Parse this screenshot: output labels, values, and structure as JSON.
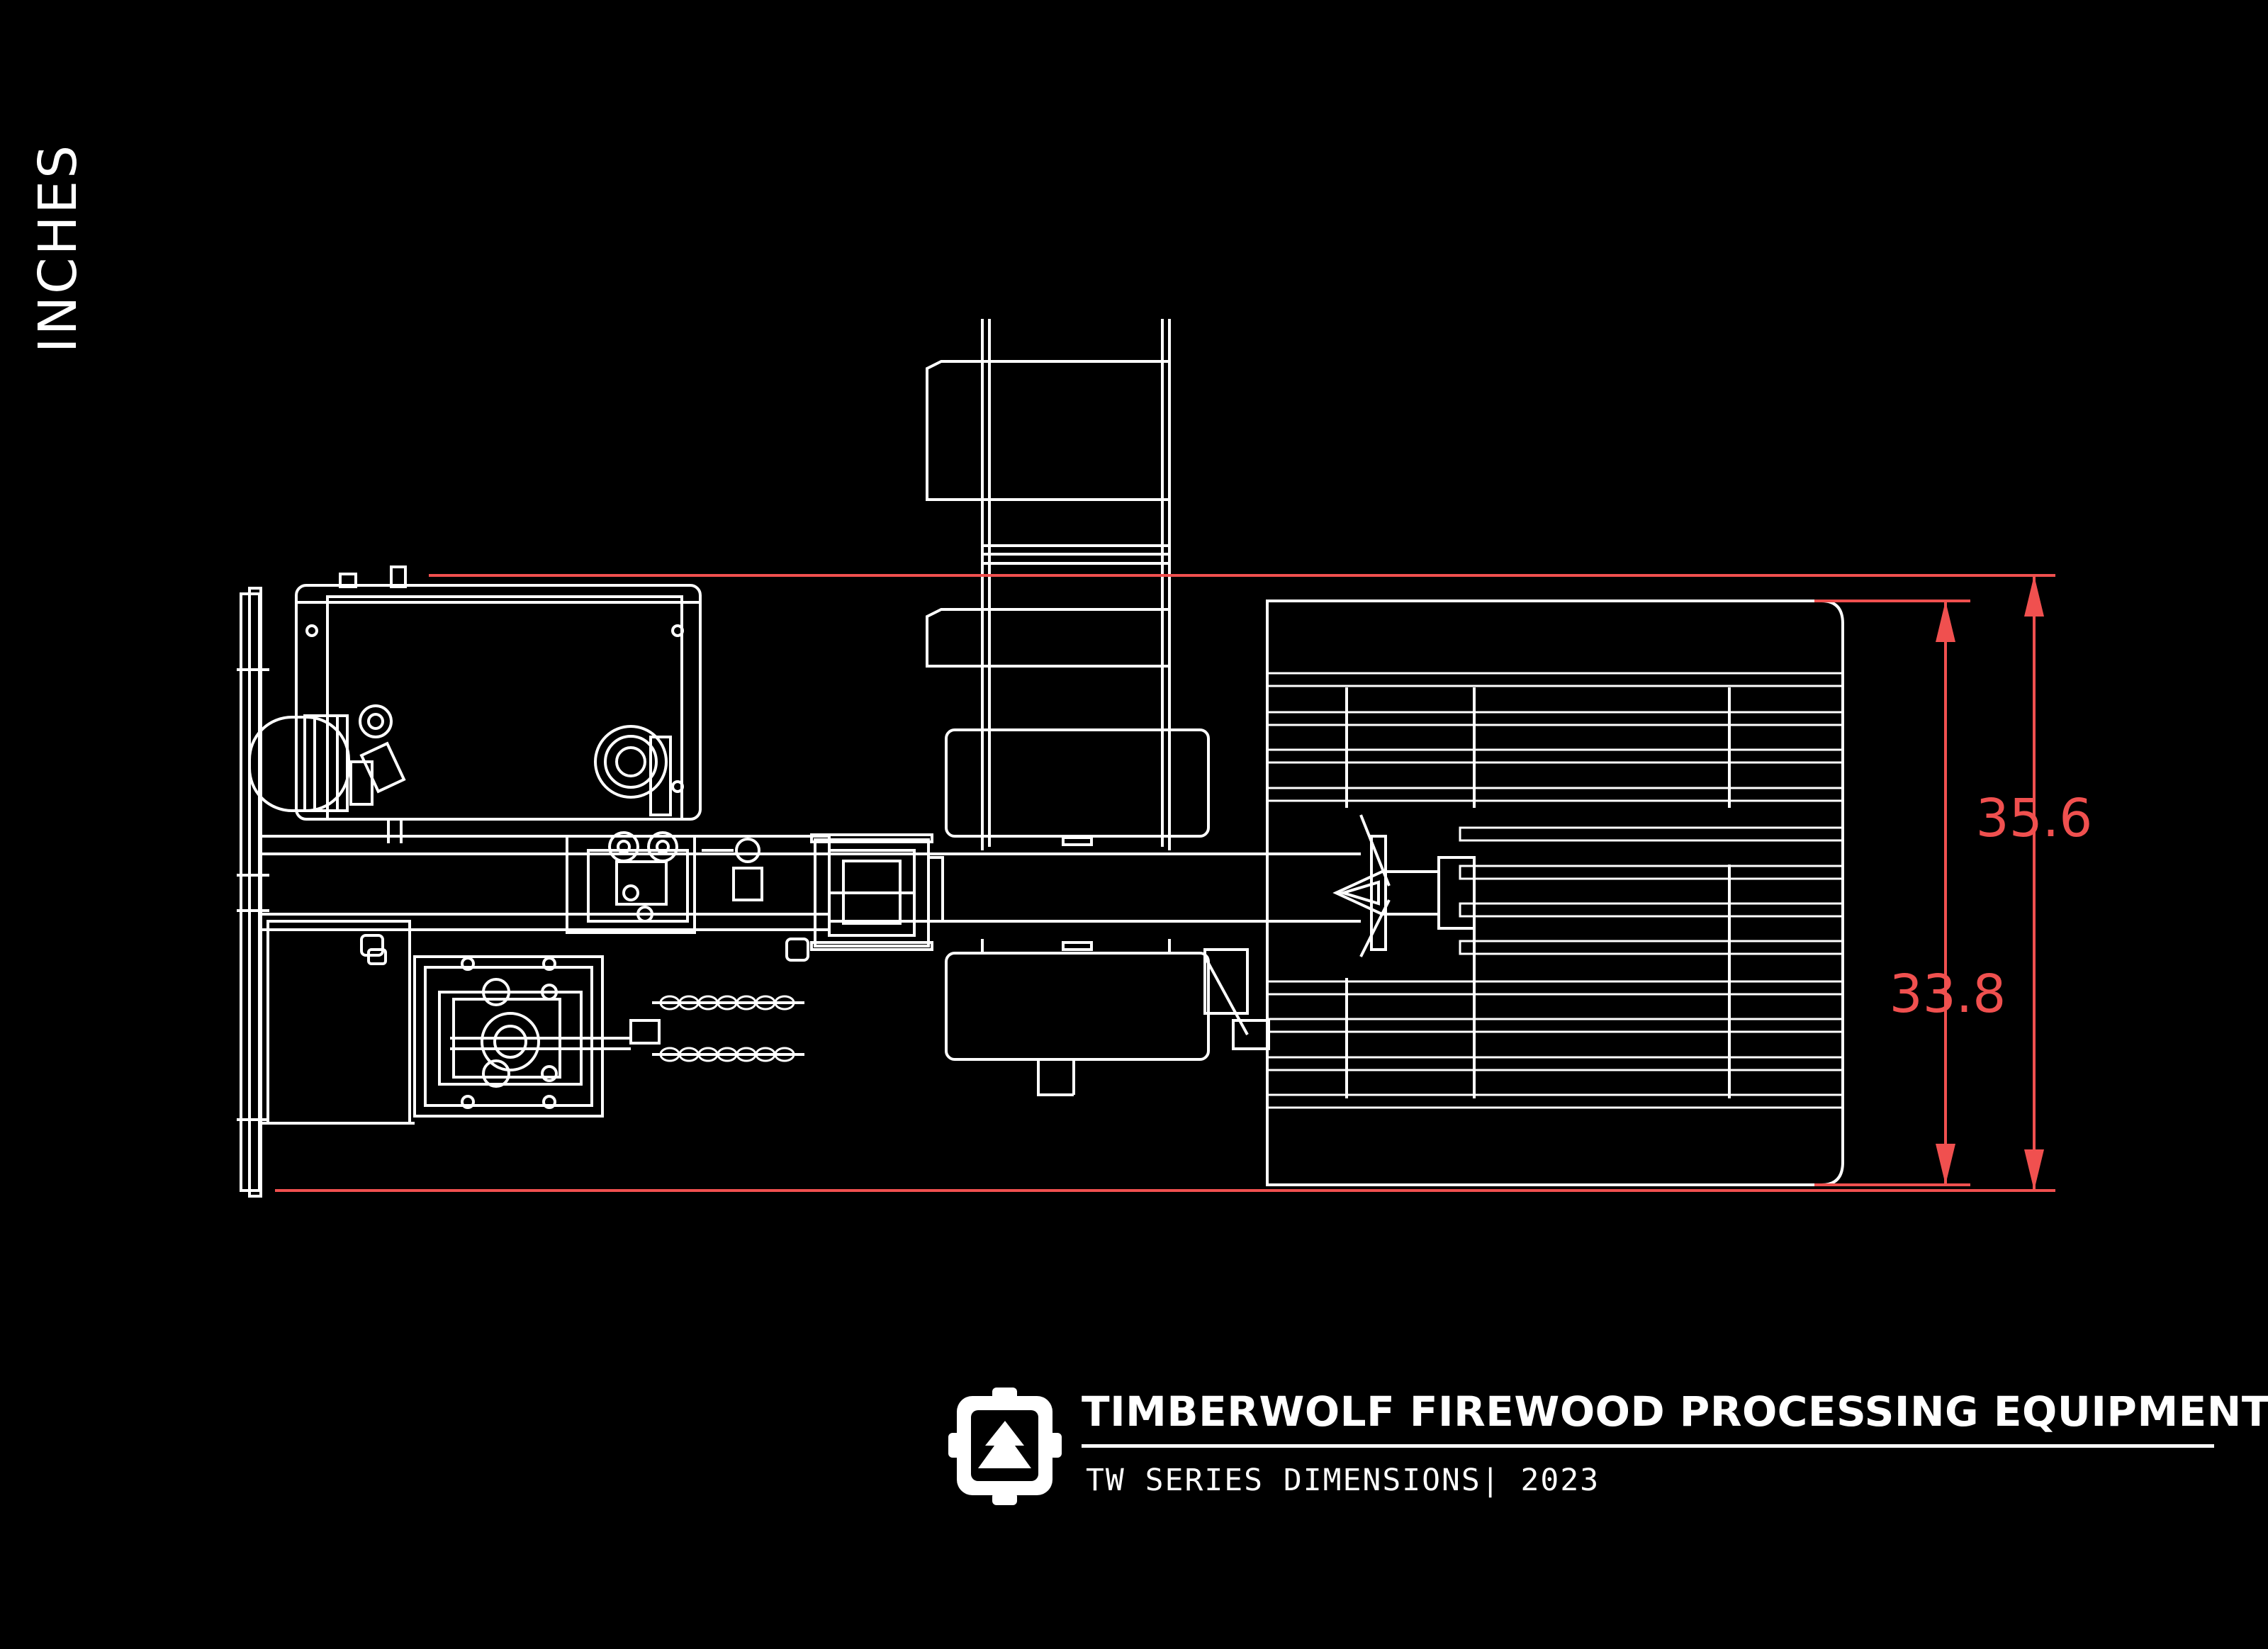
{
  "units_label": "INCHES",
  "dimensions": {
    "outer_height": "35.6",
    "inner_height": "33.8"
  },
  "title_block": {
    "company": "TIMBERWOLF FIREWOOD PROCESSING EQUIPMENT",
    "subtitle": "TW SERIES DIMENSIONS| 2023",
    "logo": "timberwolf-tree-logo"
  },
  "colors": {
    "background": "#000000",
    "linework": "#ffffff",
    "dimension": "#f0504f"
  }
}
